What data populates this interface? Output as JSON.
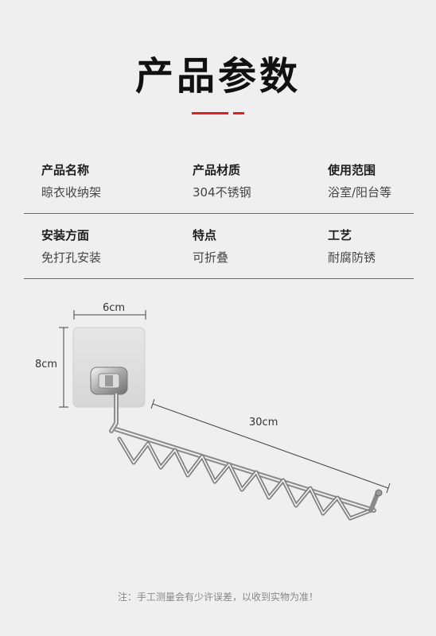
{
  "header": {
    "title": "产品参数"
  },
  "specs": [
    [
      {
        "label": "产品名称",
        "value": "晾衣收纳架"
      },
      {
        "label": "产品材质",
        "value": "304不锈钢"
      },
      {
        "label": "使用范围",
        "value": "浴室/阳台等"
      }
    ],
    [
      {
        "label": "安装方面",
        "value": "免打孔安装"
      },
      {
        "label": "特点",
        "value": "可折叠"
      },
      {
        "label": "工艺",
        "value": "耐腐防锈"
      }
    ]
  ],
  "dimensions": {
    "width": "6cm",
    "height": "8cm",
    "length": "30cm"
  },
  "footer": {
    "note": "注：手工测量会有少许误差，以收到实物为准！"
  },
  "colors": {
    "accent": "#e02020",
    "background": "#efefef"
  }
}
